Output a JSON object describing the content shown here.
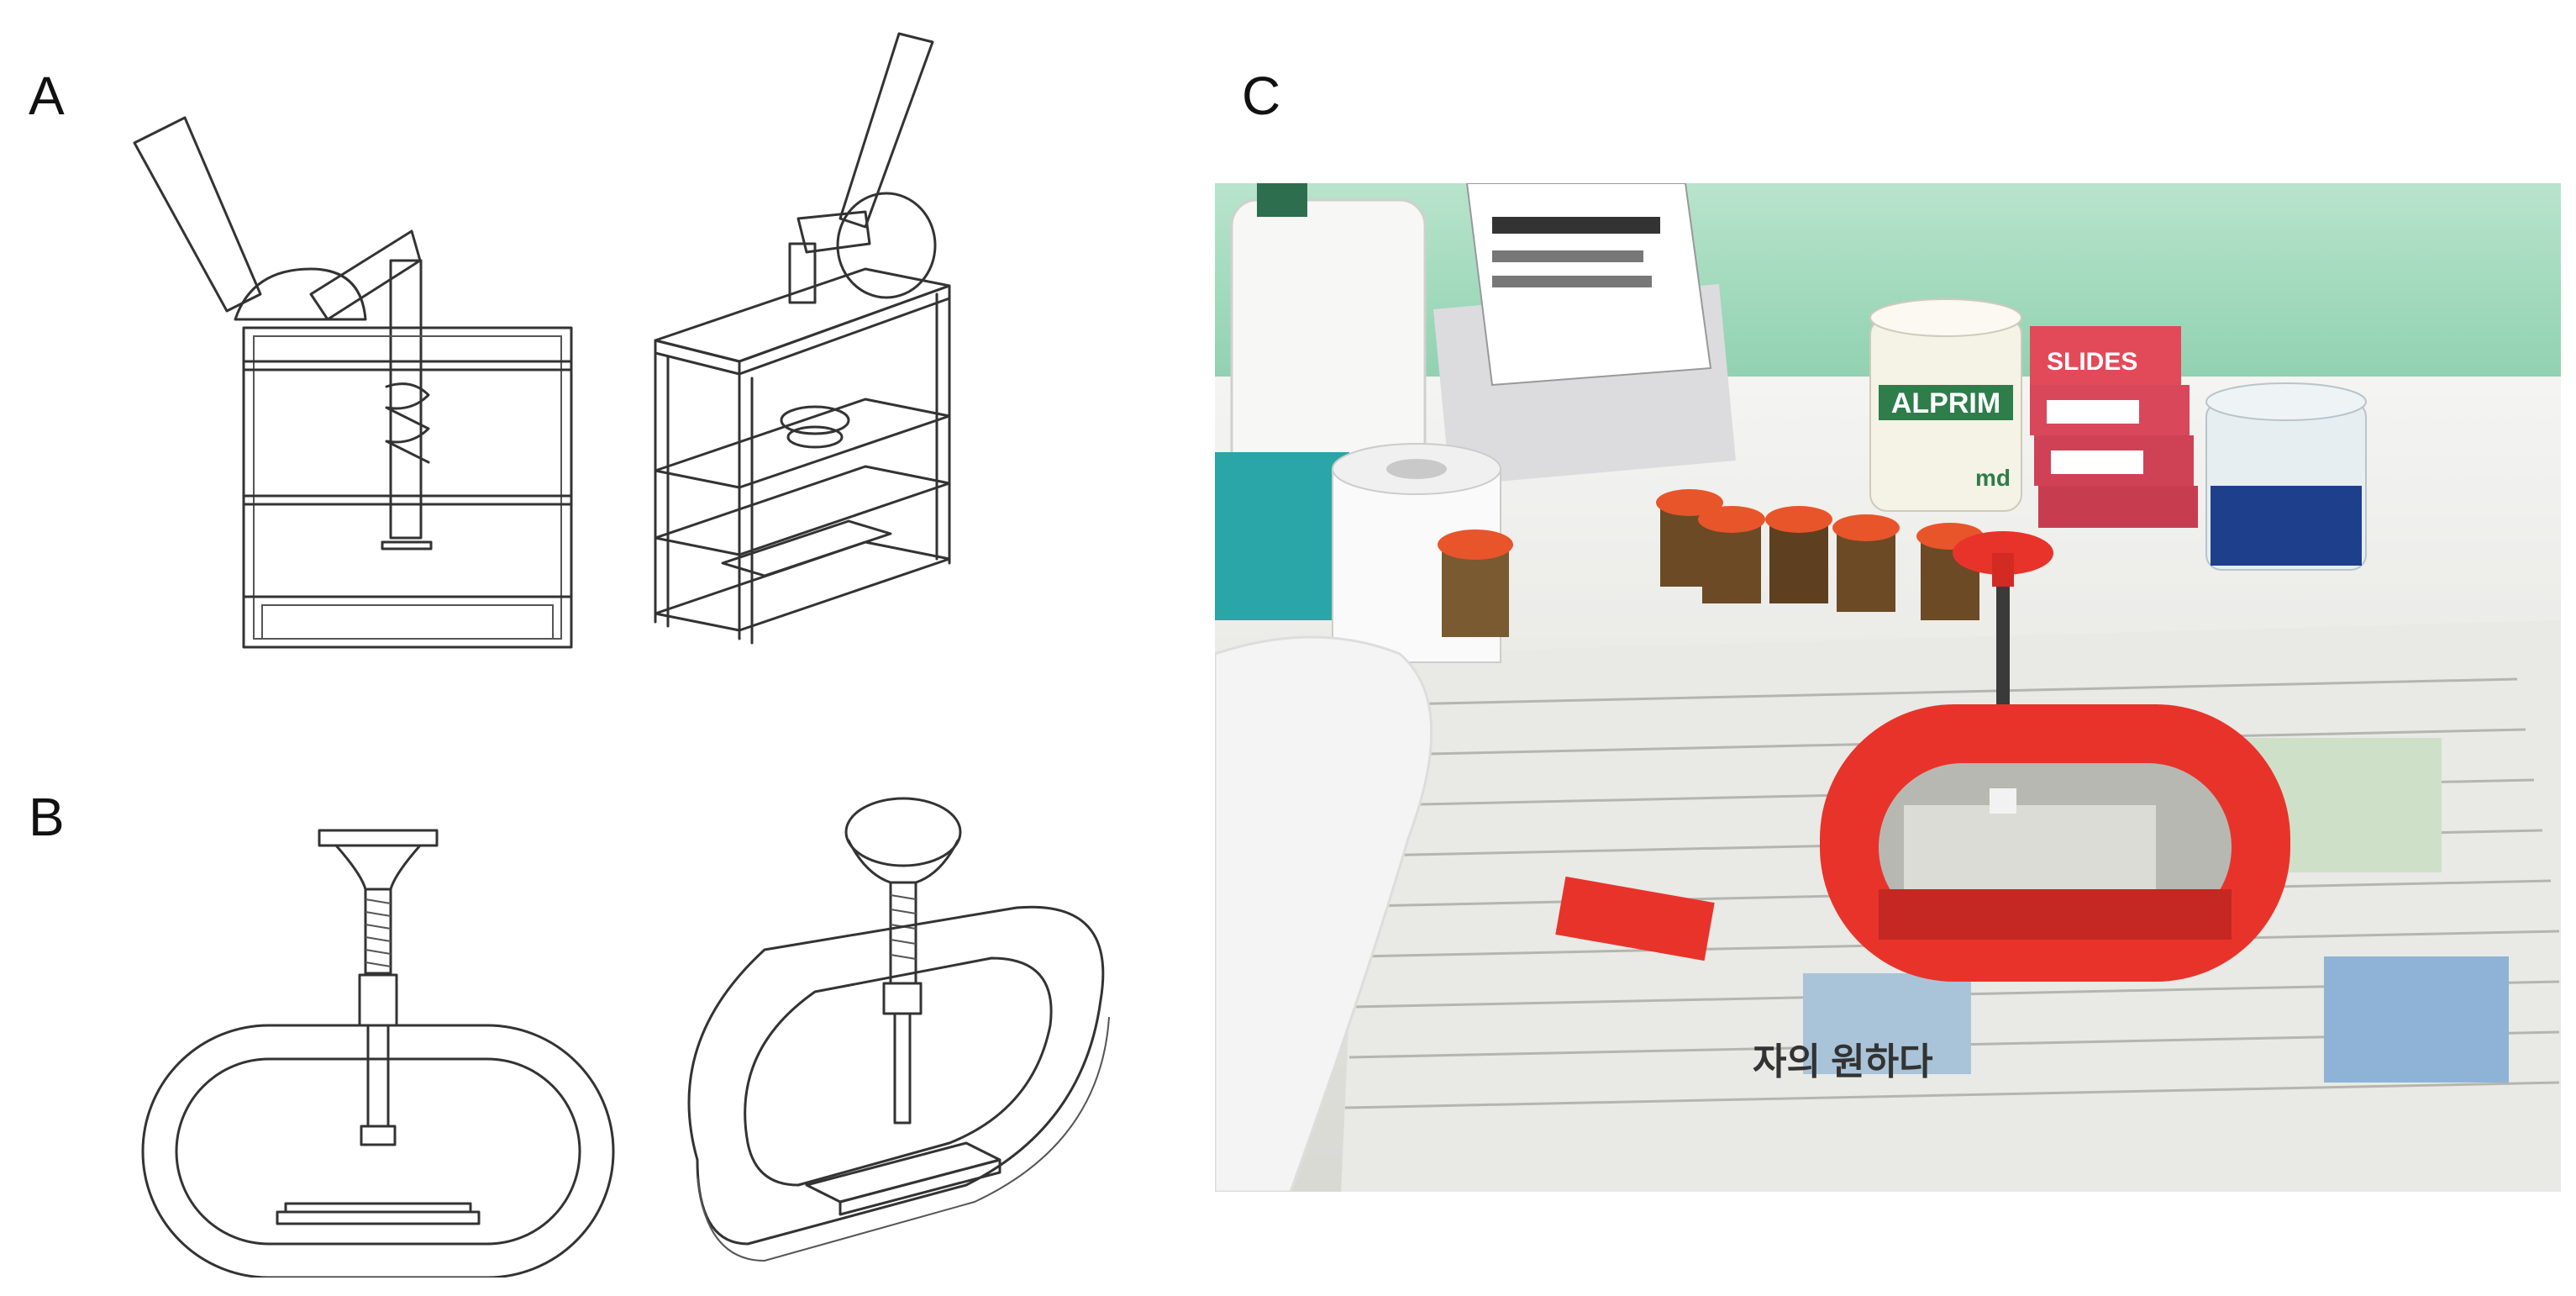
{
  "panels": {
    "a": {
      "label": "A"
    },
    "b": {
      "label": "B"
    },
    "c": {
      "label": "C"
    }
  },
  "photo": {
    "alprim_label": "ALPRIM",
    "slides_label": "SLIDES",
    "md_label": "md",
    "newspaper_headline": "자의 원하다",
    "colors": {
      "wall": "#a8d8c0",
      "device_red": "#e8332b",
      "bench": "#f0f0ee"
    }
  },
  "icons": {
    "drawing_a_side": "press-side-view",
    "drawing_a_iso": "press-isometric-view",
    "drawing_b_side": "clamp-side-view",
    "drawing_b_iso": "clamp-isometric-view"
  }
}
